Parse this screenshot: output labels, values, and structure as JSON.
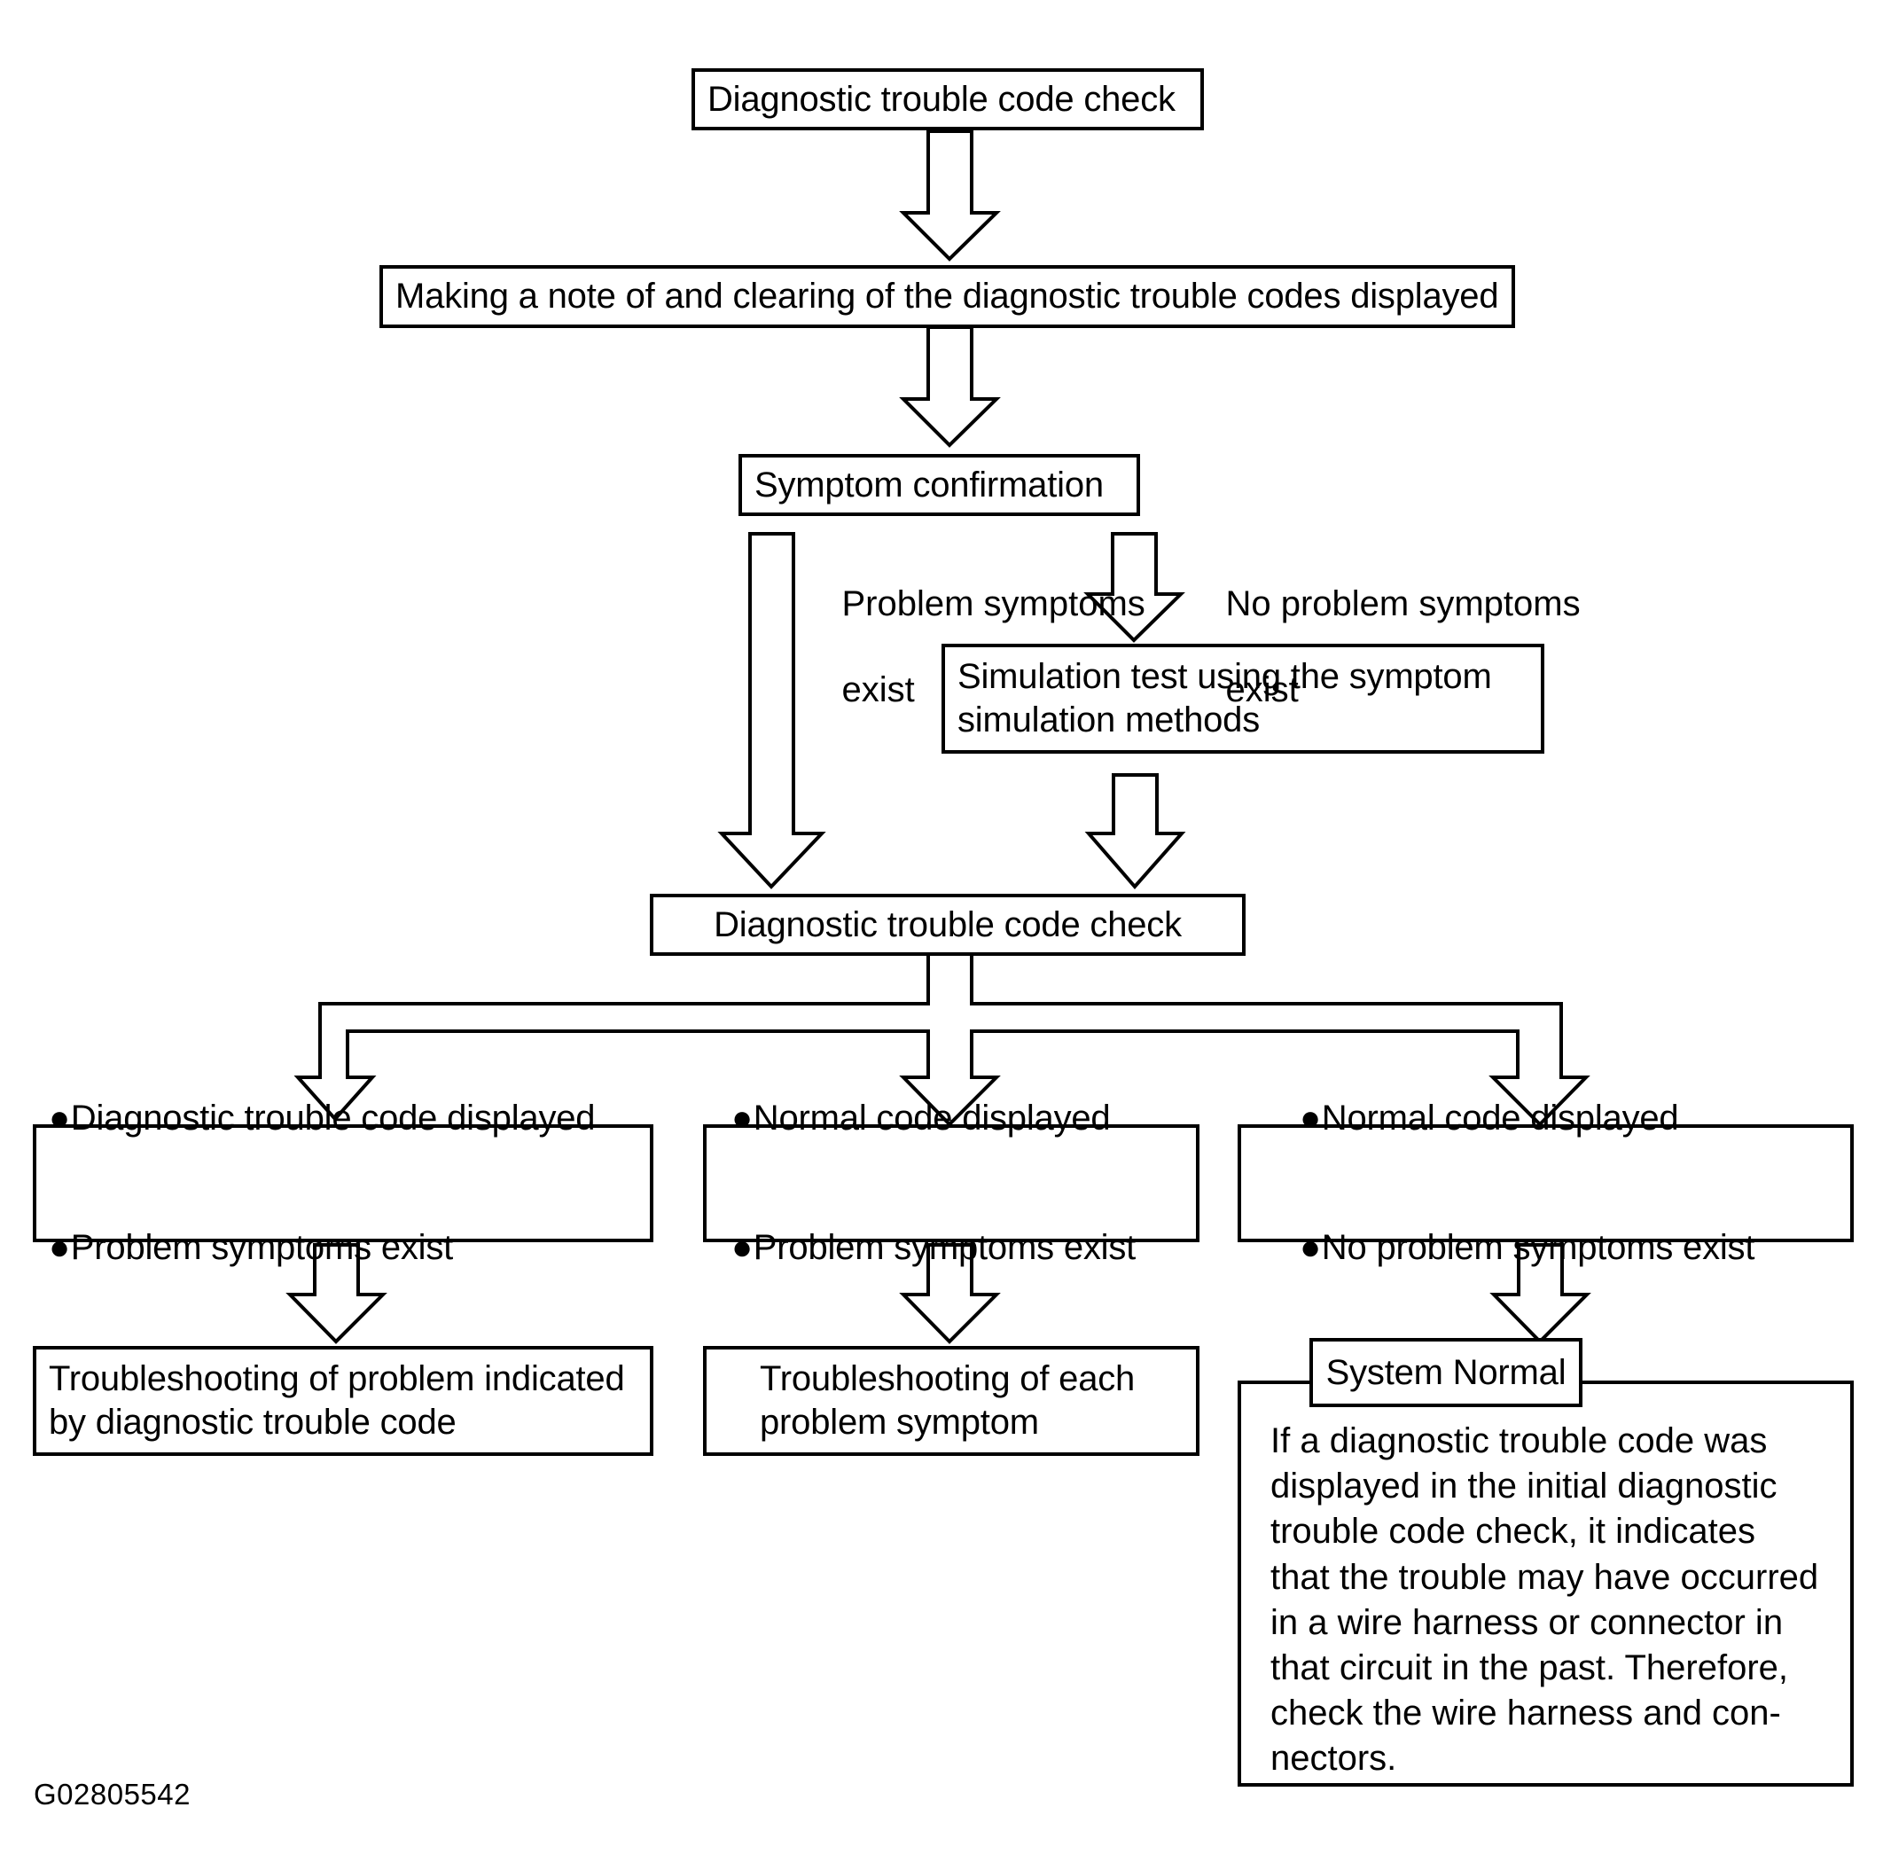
{
  "figure": {
    "id_label": "G02805542",
    "title": "Diagnostic trouble code check flowchart",
    "line_color": "#000000",
    "background_color": "#ffffff"
  },
  "nodes": {
    "dtc_check_top": {
      "text": "Diagnostic trouble code check"
    },
    "make_note": {
      "text": "Making a note of and clearing of the diagnostic trouble codes displayed"
    },
    "symptom_confirmation": {
      "text": "Symptom confirmation"
    },
    "simulation_test": {
      "line1": "Simulation test using the symptom",
      "line2": "simulation methods"
    },
    "dtc_check_second": {
      "text": "Diagnostic trouble code check"
    },
    "result_left": {
      "bullet1": "Diagnostic trouble code displayed",
      "bullet2": "Problem symptoms exist"
    },
    "result_middle": {
      "bullet1": "Normal code displayed",
      "bullet2": "Problem symptoms exist"
    },
    "result_right": {
      "bullet1": "Normal code displayed",
      "bullet2": "No problem symptoms exist"
    },
    "action_left": {
      "line1": "Troubleshooting of problem indicated",
      "line2": "by diagnostic trouble code"
    },
    "action_middle": {
      "line1": "Troubleshooting of each",
      "line2": "problem symptom"
    },
    "system_normal": {
      "title": "System Normal"
    },
    "system_normal_note": {
      "lines": [
        "If a diagnostic trouble code was",
        "displayed in the initial diagnostic",
        "trouble code check, it indicates",
        "that the trouble may have occurred",
        "in a wire harness or connector in",
        "that circuit in the past. Therefore,",
        "check the wire harness and con-",
        "nectors."
      ]
    }
  },
  "edges": {
    "problem_symptoms_exist": {
      "line1": "Problem symptoms",
      "line2": "exist"
    },
    "no_problem_symptoms_exist": {
      "line1": "No problem symptoms",
      "line2": "exist"
    }
  },
  "arrows": {
    "a_top_to_note": "down-arrow-icon",
    "a_note_to_symptom": "down-arrow-icon",
    "a_problem_branch": "down-arrow-icon",
    "a_no_problem_branch": "down-arrow-icon",
    "a_sim_to_dtc2": "down-arrow-icon",
    "a_branch_left": "down-arrow-icon",
    "a_branch_middle": "down-arrow-icon",
    "a_branch_right": "down-arrow-icon",
    "a_result_left_down": "down-arrow-icon",
    "a_result_middle_down": "down-arrow-icon",
    "a_result_right_down": "down-arrow-icon"
  }
}
